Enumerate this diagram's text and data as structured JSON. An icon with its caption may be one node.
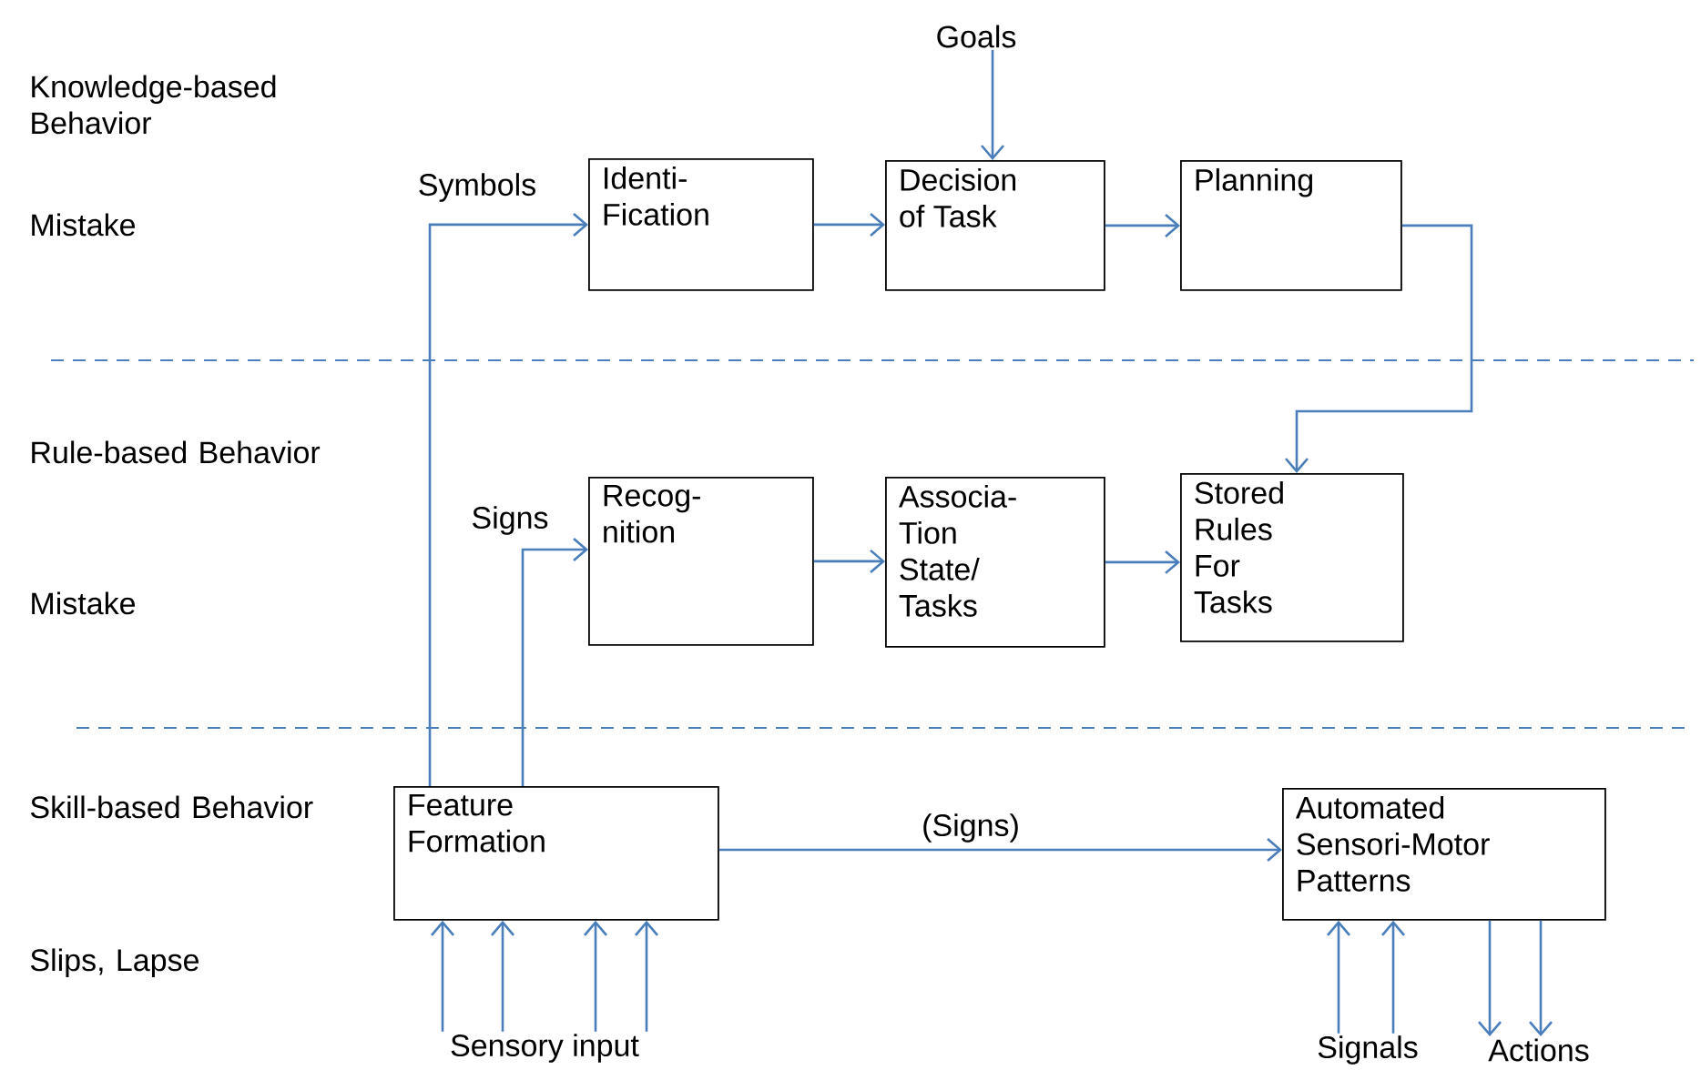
{
  "diagram": {
    "nodes": [
      {
        "text": [
          "Identi- Fication"
        ]
      },
      {
        "text": [
          "Decision of Task"
        ]
      },
      {
        "text": [
          "Planning"
        ]
      },
      {
        "text": [
          "Recog- nition"
        ]
      },
      {
        "text": [
          "Associa- Tion State/ Tasks"
        ]
      },
      {
        "text": [
          "Stored Rules For Tasks"
        ]
      },
      {
        "text": [
          "Feature Formation"
        ]
      },
      {
        "text": [
          "Automated Sensori-Motor Patterns"
        ]
      },
      {
        "text": [
          "Goals"
        ]
      },
      {
        "text": [
          "Sensory input"
        ]
      },
      {
        "text": [
          "Signals"
        ]
      },
      {
        "text": [
          "Actions"
        ]
      }
    ],
    "edges": [
      {
        "from": 8,
        "to": 1,
        "arrow": "to"
      },
      {
        "from": 0,
        "to": 1,
        "arrow": "to"
      },
      {
        "from": 1,
        "to": 2,
        "arrow": "to"
      },
      {
        "from": 2,
        "to": 5,
        "arrow": "to"
      },
      {
        "from": 6,
        "to": 0,
        "arrow": "to",
        "label": "Symbols"
      },
      {
        "from": 3,
        "to": 4,
        "arrow": "to"
      },
      {
        "from": 4,
        "to": 5,
        "arrow": "to"
      },
      {
        "from": 6,
        "to": 3,
        "arrow": "to",
        "label": "Signs"
      },
      {
        "from": 6,
        "to": 7,
        "arrow": "to",
        "label": "(Signs)"
      },
      {
        "from": 9,
        "to": 6,
        "arrow": "to"
      },
      {
        "from": 9,
        "to": 6,
        "arrow": "to"
      },
      {
        "from": 9,
        "to": 6,
        "arrow": "to"
      },
      {
        "from": 9,
        "to": 6,
        "arrow": "to"
      },
      {
        "from": 10,
        "to": 7,
        "arrow": "to"
      },
      {
        "from": 10,
        "to": 7,
        "arrow": "to"
      },
      {
        "from": 7,
        "to": 11,
        "arrow": "to"
      },
      {
        "from": 7,
        "to": 11,
        "arrow": "to"
      }
    ],
    "labels": [
      "Knowledge-based Behavior",
      "Mistake",
      "Rule-based Behavior",
      "Mistake",
      "Skill-based Behavior",
      "Slips, Lapse"
    ]
  }
}
